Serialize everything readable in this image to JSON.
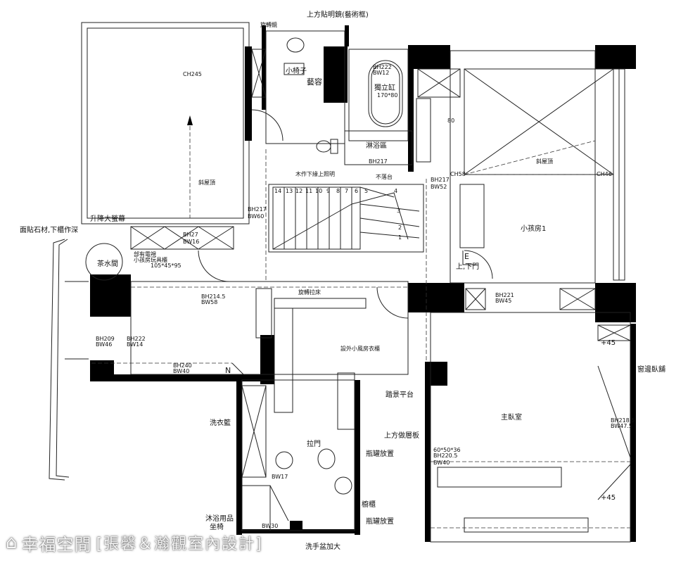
{
  "labels": {
    "mirror": "上方貼明鏡(藝術框)",
    "rotating_mirror": "旋轉鏡",
    "small_chair": "小椅子",
    "vanity": "藝容",
    "bathtub": "獨立缸",
    "bathtub_size": "170*80",
    "bh222": "BH222",
    "bw12": "BW12",
    "shower": "淋浴區",
    "bh217_a": "BH217",
    "counter": "不落台",
    "woodstep": "木作下緣上照明",
    "ch245": "CH245",
    "slope_roof_left": "斜屋頂",
    "slope_roof_right": "斜屋頂",
    "ch58": "CH58",
    "ch46": "CH46",
    "bh217_b": "BH217",
    "bw52": "BW52",
    "bh217_c": "BH217",
    "bw60": "BW60",
    "lift_screen": "升降大螢幕",
    "stone": "面貼石材,下櫃作深",
    "tea_room": "茶水間",
    "cabinet_note": "部有電視",
    "cabinet_note2": "小孩房玩具櫃",
    "cabinet_size": "105*45*95",
    "small_kid_room": "小孩房1",
    "up_door": "上,下門",
    "bh2145": "BH214.5",
    "bw58": "BW58",
    "bh221": "BH221",
    "bw45": "BW45",
    "bh209": "BH209",
    "bw46": "BW46",
    "bh222_b": "BH222",
    "bw14": "BW14",
    "bh240": "BH240",
    "bw40": "BW40",
    "north": "N",
    "east": "E",
    "plus45_top": "+45",
    "plus45_bot": "+45",
    "window_bed": "窗邊臥舖",
    "master_bedroom": "主臥室",
    "viewing_platform": "踏景平台",
    "upper_loft": "上方做層板",
    "laundry": "洗衣籃",
    "sliding_door": "拉門",
    "bottle_shelf1": "瓶罐放置",
    "bottle_shelf2": "瓶罐放置",
    "bath_items": "沐浴用品",
    "stool": "坐椅",
    "bw17": "BW17",
    "bw30": "BW30",
    "cabinet": "櫥櫃",
    "sink_raised": "洗手盆加大",
    "bh2185": "BH218.5",
    "bw475": "BW47.5",
    "bh2205": "BH220.5",
    "bw40_b": "BW40",
    "size_606036": "60*50*36",
    "num80": "80",
    "spin_bed": "旋轉拉床",
    "outer_frame": "設外小風房衣櫃",
    "bh27": "BH27",
    "bw16": "BW16"
  },
  "stairs": [
    "14",
    "13",
    "12",
    "11",
    "10",
    "9",
    "8",
    "7",
    "6",
    "5",
    "4",
    "3",
    "2",
    "1"
  ],
  "brand": {
    "logo": "⌂",
    "name": "幸福空間",
    "designer": "[張馨＆瀚觀室內設計]"
  }
}
